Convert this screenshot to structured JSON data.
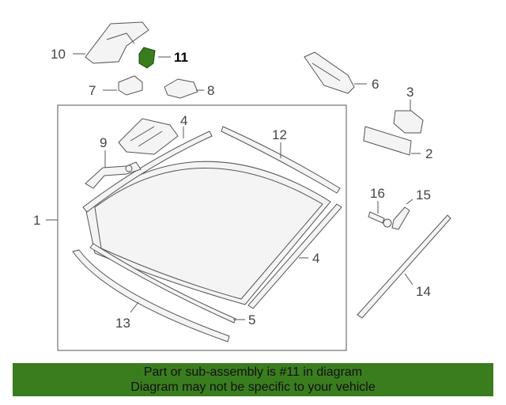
{
  "callouts": {
    "c1": "1",
    "c2": "2",
    "c3": "3",
    "c4a": "4",
    "c4b": "4",
    "c5": "5",
    "c6": "6",
    "c7": "7",
    "c8": "8",
    "c9": "9",
    "c10": "10",
    "c11": "11",
    "c12": "12",
    "c13": "13",
    "c14": "14",
    "c15": "15",
    "c16": "16"
  },
  "colors": {
    "highlight_part": "#3a7d1f",
    "footer_bg": "#3a7d1f"
  },
  "footer": {
    "line1": "Part or sub-assembly is #11 in diagram",
    "line2": "Diagram may not be specific to your vehicle"
  }
}
